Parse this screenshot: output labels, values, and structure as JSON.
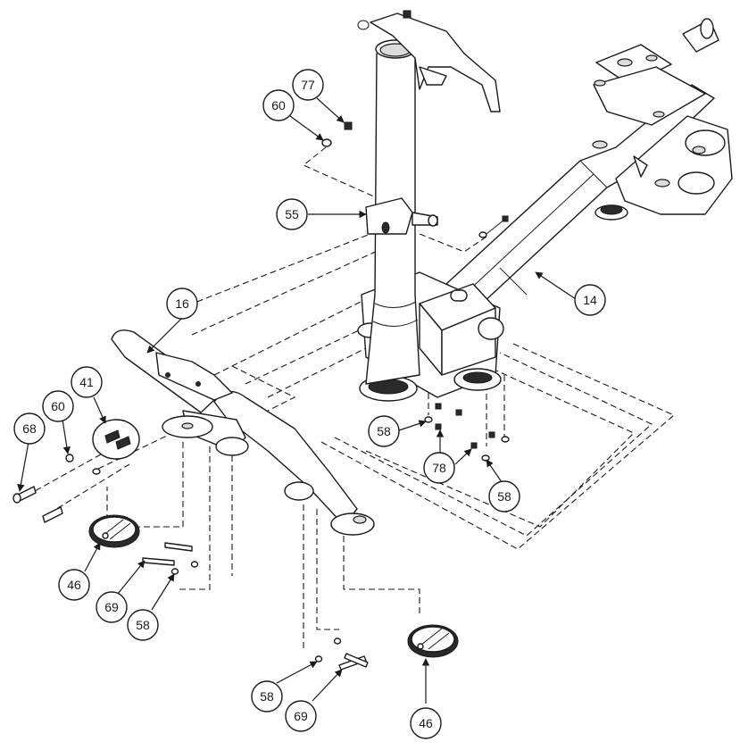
{
  "callouts": {
    "c77": "77",
    "c60a": "60",
    "c55": "55",
    "c16": "16",
    "c14": "14",
    "c41": "41",
    "c60b": "60",
    "c68": "68",
    "c58a": "58",
    "c78": "78",
    "c58b": "58",
    "c46a": "46",
    "c69a": "69",
    "c58c": "58",
    "c58d": "58",
    "c69b": "69",
    "c46b": "46"
  }
}
